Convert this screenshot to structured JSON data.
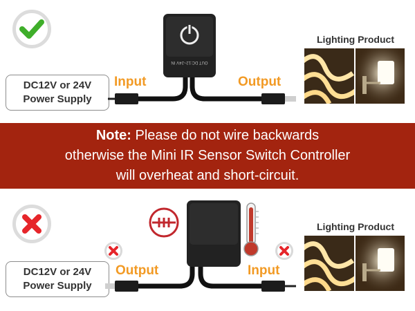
{
  "top": {
    "status": "correct",
    "supply_line1": "DC12V or 24V",
    "supply_line2": "Power Supply",
    "left_label": "Input",
    "right_label": "Output",
    "lighting_title": "Lighting Product"
  },
  "note": {
    "bold": "Note:",
    "line1": "Please do not wire backwards",
    "line2": "otherwise the Mini IR Sensor Switch Controller",
    "line3": "will overheat and short-circuit."
  },
  "bottom": {
    "status": "wrong",
    "supply_line1": "DC12V or 24V",
    "supply_line2": "Power Supply",
    "left_label": "Output",
    "right_label": "Input",
    "lighting_title": "Lighting Product"
  },
  "colors": {
    "accent_orange": "#f29a24",
    "note_red": "#a3240f",
    "check_green": "#3fae2a",
    "cross_red": "#e6252a"
  }
}
